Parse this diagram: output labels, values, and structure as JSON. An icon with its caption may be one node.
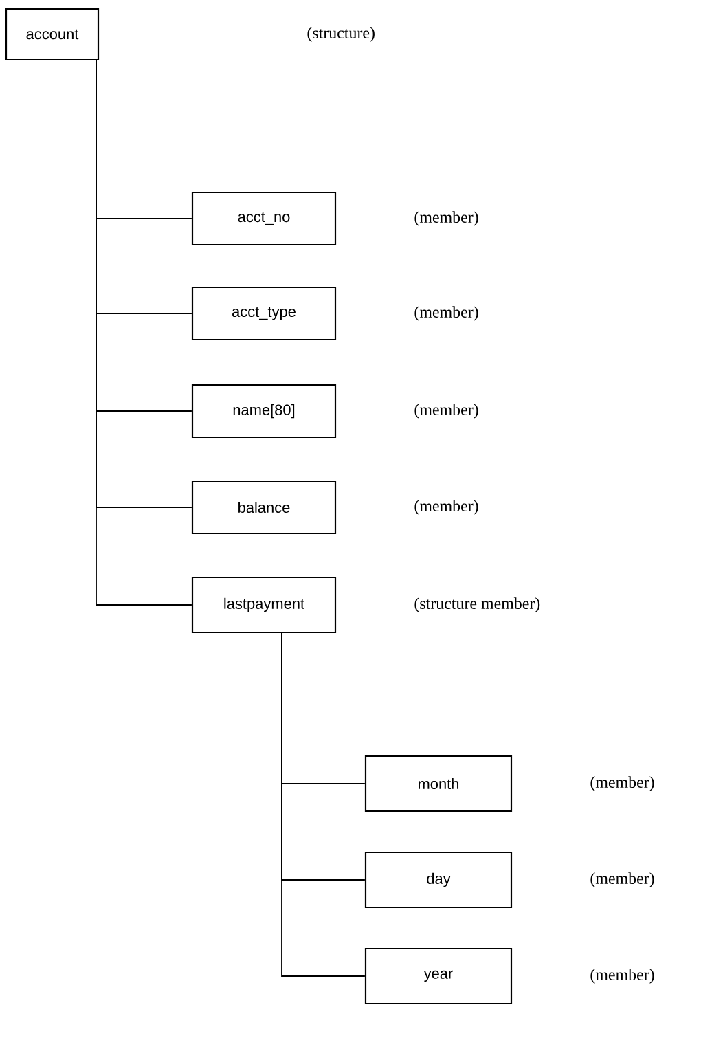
{
  "diagram": {
    "nodes": [
      {
        "text": [
          "account"
        ]
      },
      {
        "text": [
          "acct_no"
        ]
      },
      {
        "text": [
          "acct_type"
        ]
      },
      {
        "text": [
          "name[80]"
        ]
      },
      {
        "text": [
          "balance"
        ]
      },
      {
        "text": [
          "lastpayment"
        ]
      },
      {
        "text": [
          "month"
        ]
      },
      {
        "text": [
          "day"
        ]
      },
      {
        "text": [
          "year"
        ]
      }
    ],
    "edges": [
      {
        "from": 0,
        "to": 1,
        "arrow": "none"
      },
      {
        "from": 0,
        "to": 2,
        "arrow": "none"
      },
      {
        "from": 0,
        "to": 3,
        "arrow": "none"
      },
      {
        "from": 0,
        "to": 4,
        "arrow": "none"
      },
      {
        "from": 0,
        "to": 5,
        "arrow": "none"
      },
      {
        "from": 5,
        "to": 6,
        "arrow": "none"
      },
      {
        "from": 5,
        "to": 7,
        "arrow": "none"
      },
      {
        "from": 5,
        "to": 8,
        "arrow": "none"
      }
    ],
    "labels": [
      "(structure)",
      "(member)",
      "(member)",
      "(member)",
      "(member)",
      "(structure member)",
      "(member)",
      "(member)",
      "(member)"
    ]
  }
}
